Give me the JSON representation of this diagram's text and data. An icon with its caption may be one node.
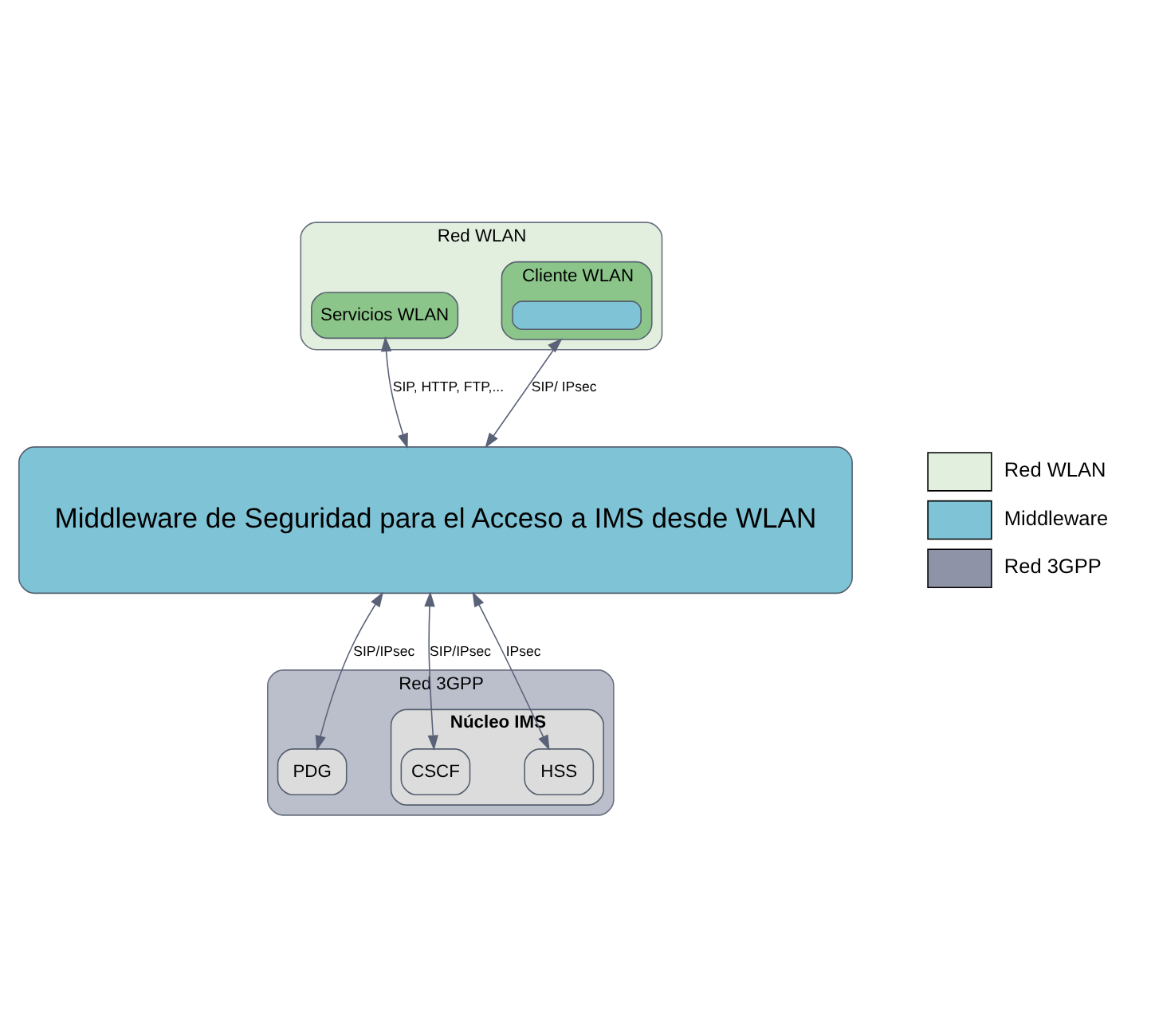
{
  "diagram": {
    "nodes": [
      {
        "text": [
          "Red WLAN"
        ]
      },
      {
        "text": [
          "Servicios WLAN"
        ],
        "in": 0
      },
      {
        "text": [
          "Cliente WLAN"
        ],
        "in": 0
      },
      {
        "text": [],
        "shape": "bar",
        "in": 2
      },
      {
        "text": [
          "Middleware de Seguridad para el Acceso a IMS desde WLAN"
        ]
      },
      {
        "text": [
          "Red 3GPP"
        ]
      },
      {
        "text": [
          "PDG"
        ],
        "in": 5
      },
      {
        "text": [
          "Núcleo IMS"
        ],
        "in": 5
      },
      {
        "text": [
          "CSCF"
        ],
        "in": 7
      },
      {
        "text": [
          "HSS"
        ],
        "in": 7
      }
    ],
    "edges": [
      {
        "from": 1,
        "to": 4,
        "arrow": "both",
        "label": "SIP, HTTP, FTP,..."
      },
      {
        "from": 2,
        "to": 4,
        "arrow": "both",
        "label": "SIP/ IPsec"
      },
      {
        "from": 4,
        "to": 6,
        "arrow": "both",
        "label": "SIP/IPsec"
      },
      {
        "from": 4,
        "to": 8,
        "arrow": "both",
        "label": "SIP/IPsec"
      },
      {
        "from": 4,
        "to": 9,
        "arrow": "both",
        "label": "IPsec"
      }
    ],
    "legend": [
      {
        "text": "Red WLAN",
        "color": "#e2efdf"
      },
      {
        "text": "Middleware",
        "color": "#7fc4d6"
      },
      {
        "text": "Red 3GPP",
        "color": "#8e93a8"
      }
    ]
  }
}
